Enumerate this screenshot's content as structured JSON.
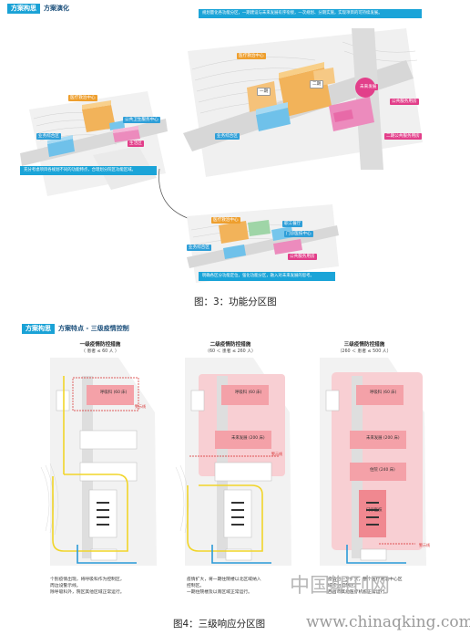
{
  "top": {
    "tag1": "方案构思",
    "tag2": "方案演化",
    "callout_top": "规划量化各功能分区，一期建设与未来发展有序衔接，一次规划、分期实施，实现项目的可持续发展。",
    "callout_left": "充分考虑项目各规划不同的功能特点，合理划分院区功能区域。",
    "callout_bottom": "明确各区分功能定位，强化功能分区，融入对未来发展的思考。",
    "labels": {
      "med_center": "医疗救治中心",
      "admin": "公共卫生服务中心",
      "comprehensive": "业务综合区",
      "living": "生活区",
      "future": "未来发展",
      "zone1": "一期",
      "zone2": "二期",
      "public": "公共服务用房",
      "public2": "二期公共服务用房",
      "staff": "职工餐厅",
      "clinic": "门诊医技中心"
    },
    "caption": "图：3：功能分区图"
  },
  "bottom": {
    "tag1": "方案构思",
    "tag2": "方案特点 - 三级疫情控制",
    "stages": [
      {
        "title": "一级疫情防控措施",
        "sub": "（ 患者 ≤ 60 人 ）",
        "blocks": [
          "呼吸科 (60 床)"
        ],
        "notes": [
          "个别疫情出现，将呼吸科作为控制区，",
          "周边设警示线。",
          "",
          "除呼吸科外，院区其他区域正常运行。"
        ]
      },
      {
        "title": "二级疫情防控措施",
        "sub": "（60 ＜ 患者 ≤ 260 人）",
        "blocks": [
          "呼吸科 (60 床)",
          "未来发展 (200 床)"
        ],
        "notes": [
          "疫情扩大，将一期住院楼以北区域纳入",
          "控制区。",
          "",
          "一期住院楼及以南区域正常运行。"
        ]
      },
      {
        "title": "三级疫情防控措施",
        "sub": "（260 ＜ 患者 ≤ 500 人）",
        "blocks": [
          "呼吸科 (60 床)",
          "未来发展 (200 床)",
          "住院 (240 床)",
          "门诊医技"
        ],
        "notes": [
          "疫情进一步扩大，整个医疗救治中心区",
          "域作为控制区。",
          "",
          "西昌市其他医疗机构正常运行。"
        ]
      }
    ],
    "warning": "警示线",
    "caption": "图4：三级响应分区图"
  },
  "watermarks": {
    "cn": "中国期刊网",
    "url": "www.chinaqking.com"
  },
  "colors": {
    "accent": "#1aa2d6",
    "control_zone": "#f4a1a8",
    "yellow_line": "#f1d529",
    "blue_line": "#2b9ad8",
    "red_line": "#d62b2b"
  }
}
